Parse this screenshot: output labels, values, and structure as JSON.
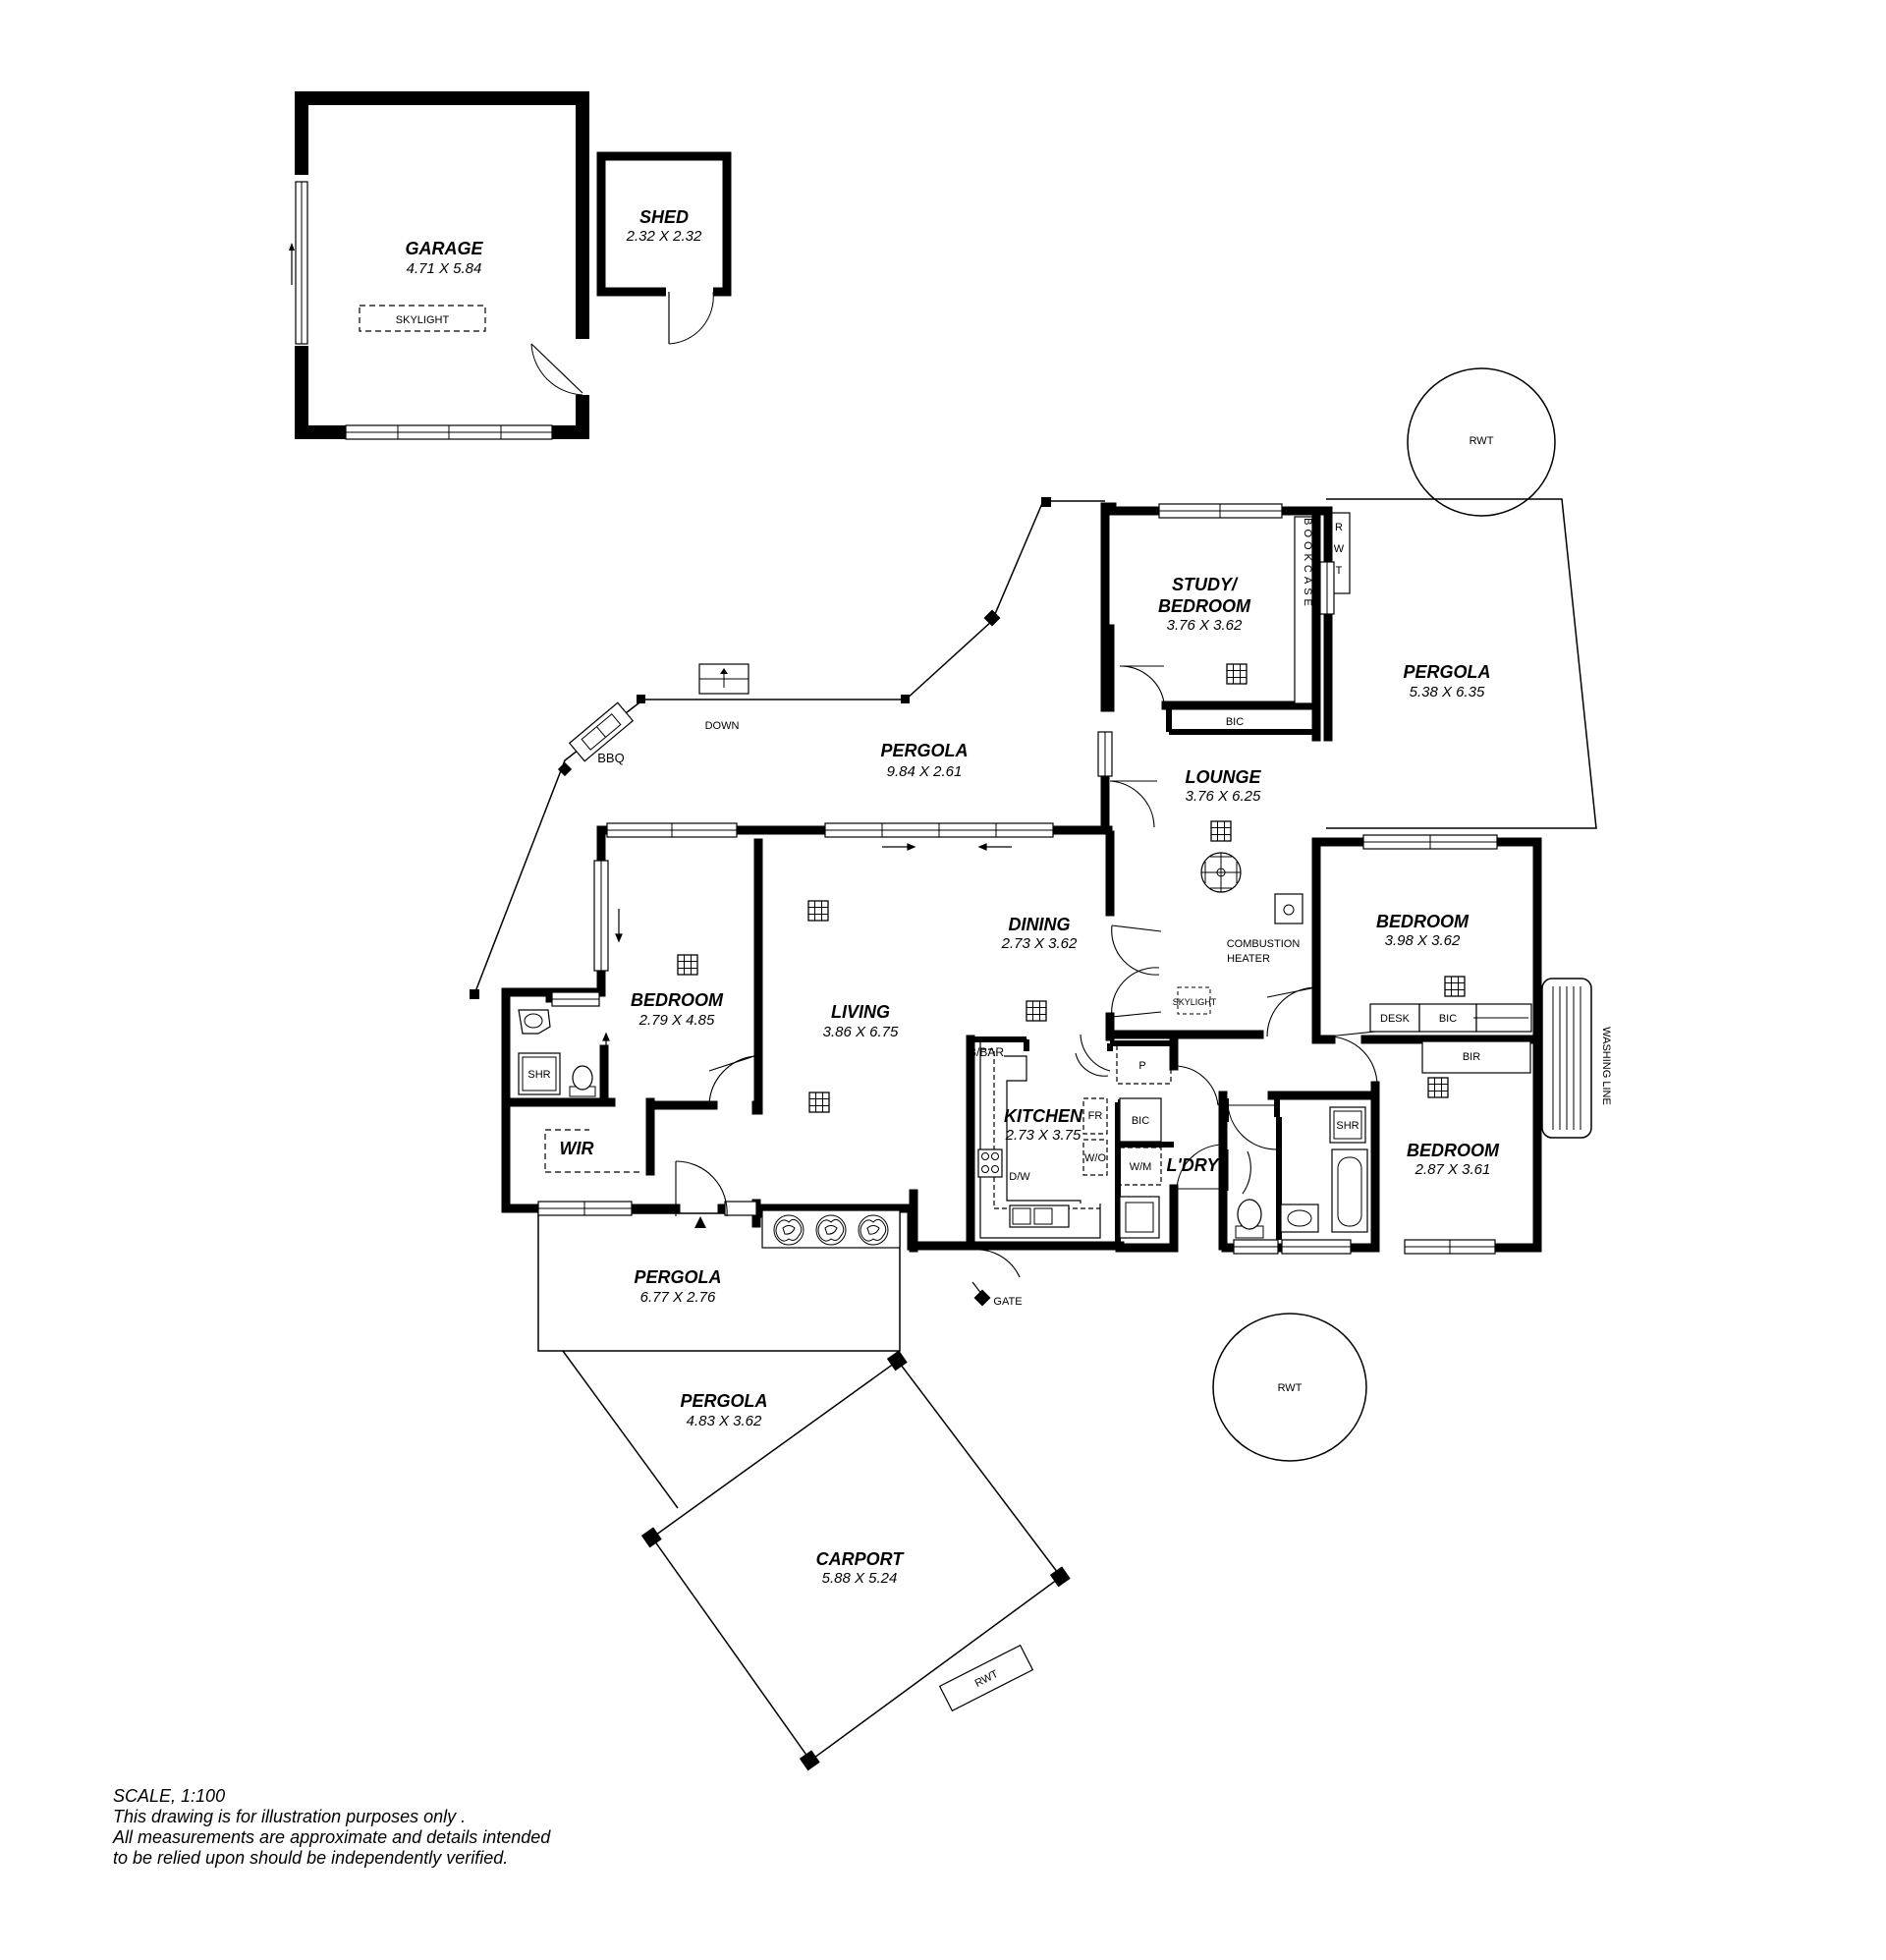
{
  "rooms": {
    "garage": {
      "name": "GARAGE",
      "dim": "4.71 X 5.84"
    },
    "shed": {
      "name": "SHED",
      "dim": "2.32 X 2.32"
    },
    "study": {
      "name1": "STUDY/",
      "name2": "BEDROOM",
      "dim": "3.76 X 3.62"
    },
    "pergola_east": {
      "name": "PERGOLA",
      "dim": "5.38 X 6.35"
    },
    "pergola_north": {
      "name": "PERGOLA",
      "dim": "9.84 X 2.61"
    },
    "lounge": {
      "name": "LOUNGE",
      "dim": "3.76 X 6.25"
    },
    "bedroom_west": {
      "name": "BEDROOM",
      "dim": "2.79 X 4.85"
    },
    "living": {
      "name": "LIVING",
      "dim": "3.86 X 6.75"
    },
    "dining": {
      "name": "DINING",
      "dim": "2.73 X 3.62"
    },
    "bedroom_ne": {
      "name": "BEDROOM",
      "dim": "3.98 X 3.62"
    },
    "bedroom_se": {
      "name": "BEDROOM",
      "dim": "2.87 X 3.61"
    },
    "kitchen": {
      "name": "KITCHEN",
      "dim": "2.73 X 3.75"
    },
    "laundry": {
      "name": "L'DRY"
    },
    "wir": {
      "name": "WIR"
    },
    "pergola_south": {
      "name": "PERGOLA",
      "dim": "6.77 X 2.76"
    },
    "pergola_sw": {
      "name": "PERGOLA",
      "dim": "4.83 X 3.62"
    },
    "carport": {
      "name": "CARPORT",
      "dim": "5.88 X 5.24"
    }
  },
  "labels": {
    "skylight_garage": "SKYLIGHT",
    "skylight_lounge": "SKYLIGHT",
    "rwt_top": "RWT",
    "rwt_side": "RWT",
    "rwt_mid": "RWT",
    "rwt_bottom": "RWT",
    "bookcase": "BOOKCASE",
    "bic_study": "BIC",
    "bic_bed": "BIC",
    "bic_laundry": "BIC",
    "down": "DOWN",
    "bbq": "BBQ",
    "combustion1": "COMBUSTION",
    "combustion2": "HEATER",
    "desk": "DESK",
    "bir": "BIR",
    "washing_line": "WASHING LINE",
    "bbar": "B/BAR",
    "pantry": "P",
    "fridge": "FR",
    "wo": "W/O",
    "dw": "D/W",
    "wm": "W/M",
    "shr_ens": "SHR",
    "shr_bath": "SHR",
    "gate": "GATE"
  },
  "notes": {
    "scale": "SCALE, 1:100",
    "line1": "This drawing is for illustration purposes only .",
    "line2": "All measurements are approximate and details intended",
    "line3": "to be relied upon should be independently verified."
  }
}
